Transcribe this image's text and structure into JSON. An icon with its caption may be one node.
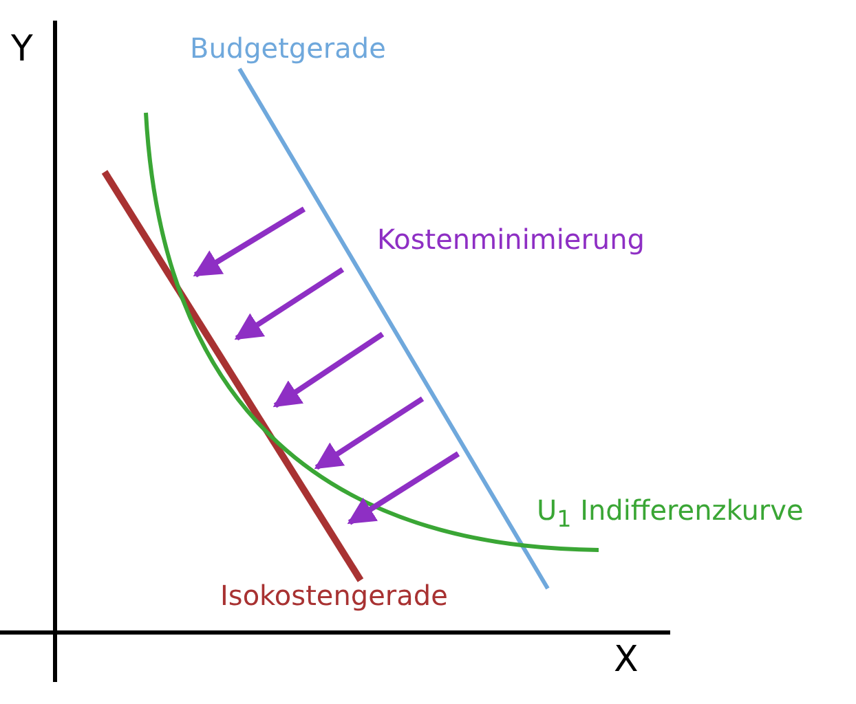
{
  "diagram": {
    "labels": [
      "Y",
      "Budgetgerade",
      "Kostenminimierung",
      "U$_{1}$ Indifferenzkurve",
      "Isokostengerade",
      "X"
    ]
  }
}
